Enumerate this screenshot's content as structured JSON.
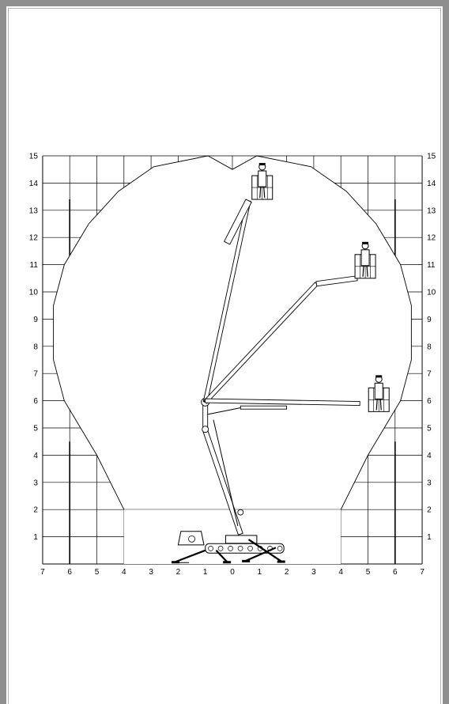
{
  "chart_data": {
    "type": "diagram",
    "y_ticks": [
      "1",
      "2",
      "3",
      "4",
      "5",
      "6",
      "7",
      "8",
      "9",
      "10",
      "11",
      "12",
      "13",
      "14",
      "15"
    ],
    "x_ticks": [
      "7",
      "6",
      "5",
      "4",
      "3",
      "2",
      "1",
      "0",
      "1",
      "2",
      "3",
      "4",
      "5",
      "6",
      "7"
    ],
    "x_range": [
      -7,
      7
    ],
    "y_range": [
      0,
      15
    ],
    "grid": true,
    "envelope": [
      [
        -0.9,
        15
      ],
      [
        -2.9,
        14.6
      ],
      [
        -4.2,
        13.7
      ],
      [
        -5.3,
        12.5
      ],
      [
        -6.2,
        11
      ],
      [
        -6.6,
        9.5
      ],
      [
        -6.6,
        7.5
      ],
      [
        -6.2,
        6
      ],
      [
        -5,
        4
      ],
      [
        -4,
        2
      ],
      [
        4,
        2
      ],
      [
        5,
        4
      ],
      [
        6.2,
        6
      ],
      [
        6.6,
        7.5
      ],
      [
        6.6,
        9.5
      ],
      [
        6.2,
        11
      ],
      [
        5.3,
        12.5
      ],
      [
        4.2,
        13.7
      ],
      [
        2.9,
        14.6
      ],
      [
        0.9,
        15
      ],
      [
        0,
        14.5
      ]
    ],
    "boom_positions": [
      {
        "platform": [
          1.1,
          13.4
        ]
      },
      {
        "platform": [
          4.9,
          10.5
        ]
      },
      {
        "platform": [
          5.4,
          5.6
        ]
      }
    ],
    "colors": {
      "line": "#000000",
      "frame": "#8f8f8f",
      "background": "#ffffff"
    }
  }
}
